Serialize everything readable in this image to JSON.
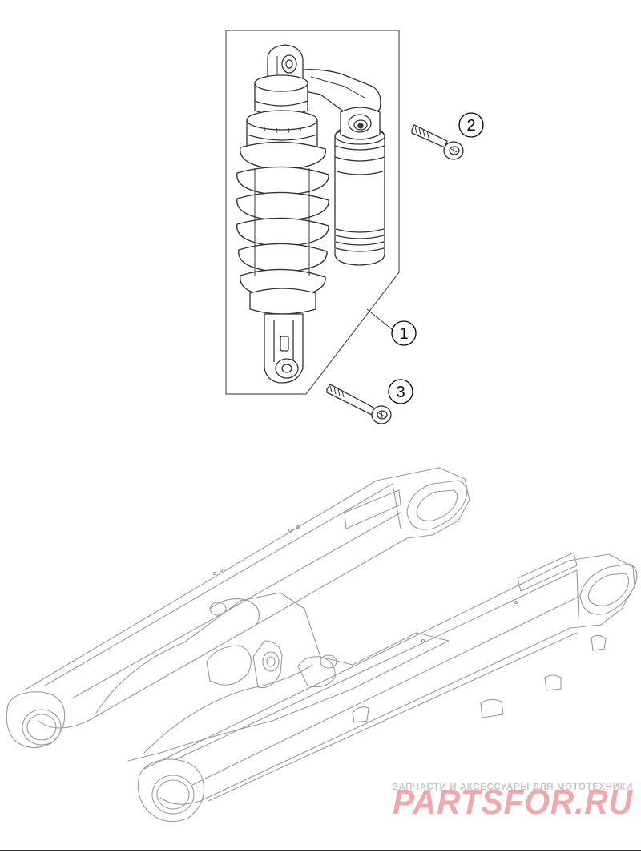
{
  "parts": [
    {
      "number": "1"
    },
    {
      "number": "2"
    },
    {
      "number": "3"
    }
  ],
  "watermark": {
    "subtitle": "ЗАПЧАСТИ И АКСЕССУАРЫ ДЛЯ МОТОТЕХНИКИ",
    "logo": "PARTSFOR.RU"
  },
  "colors": {
    "line": "#333333",
    "faint_line": "#9a9a9a",
    "very_faint_line": "#cfcfcf",
    "watermark_subtitle": "#c8c8c8",
    "watermark_logo_main": "#f2a7ad",
    "watermark_logo_accent": "#c7c7c7"
  }
}
